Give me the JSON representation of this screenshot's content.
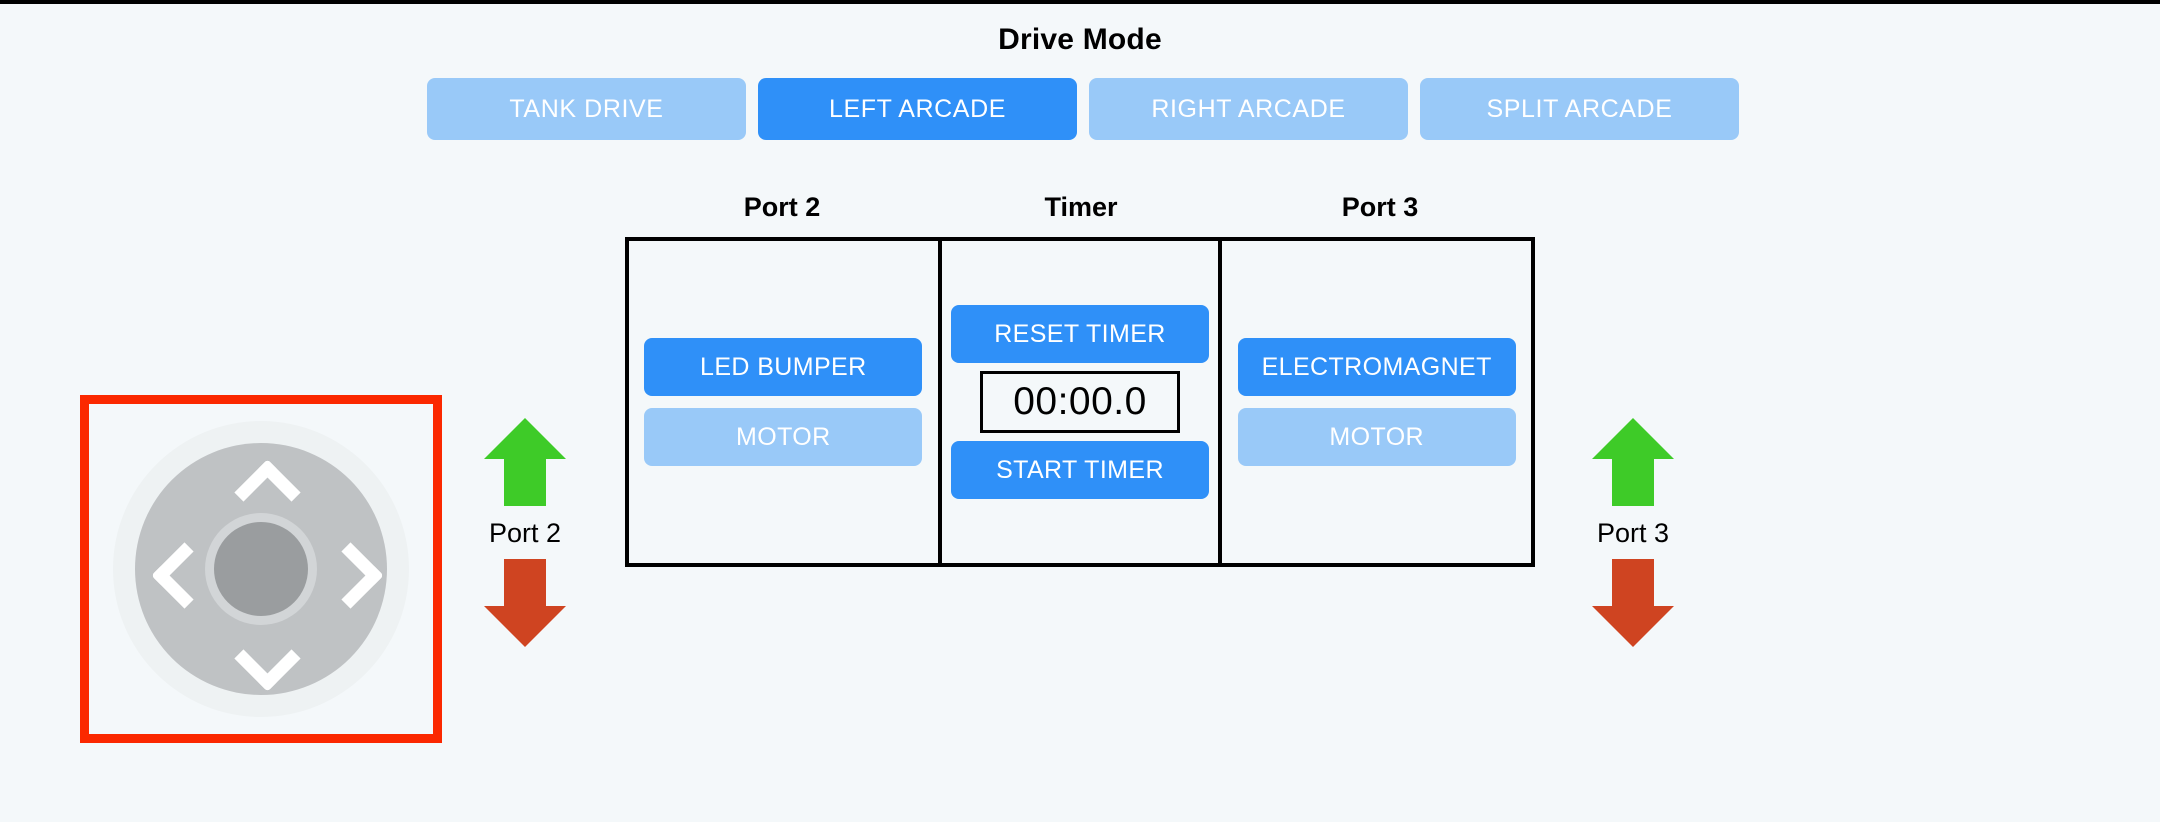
{
  "header": {
    "title": "Drive Mode"
  },
  "drive_modes": [
    {
      "label": "TANK DRIVE",
      "active": false,
      "name": "tank-drive"
    },
    {
      "label": "LEFT ARCADE",
      "active": true,
      "name": "left-arcade"
    },
    {
      "label": "RIGHT ARCADE",
      "active": false,
      "name": "right-arcade"
    },
    {
      "label": "SPLIT ARCADE",
      "active": false,
      "name": "split-arcade"
    }
  ],
  "panels": {
    "port2": {
      "title": "Port 2",
      "buttons": [
        {
          "label": "LED BUMPER",
          "state": "on"
        },
        {
          "label": "MOTOR",
          "state": "off"
        }
      ]
    },
    "timer": {
      "title": "Timer",
      "reset_label": "RESET TIMER",
      "display": "00:00.0",
      "start_label": "START TIMER"
    },
    "port3": {
      "title": "Port 3",
      "buttons": [
        {
          "label": "ELECTROMAGNET",
          "state": "on"
        },
        {
          "label": "MOTOR",
          "state": "off"
        }
      ]
    }
  },
  "dpad": {
    "name": "direction-pad",
    "highlight_color": "#fb2800",
    "directions": [
      "up",
      "right",
      "down",
      "left"
    ]
  },
  "port_arrows": {
    "left": {
      "label": "Port 2",
      "up_icon": "arrow-up-icon",
      "down_icon": "arrow-down-icon"
    },
    "right": {
      "label": "Port 3",
      "up_icon": "arrow-up-icon",
      "down_icon": "arrow-down-icon"
    }
  },
  "colors": {
    "active_blue": "#2f90f8",
    "inactive_blue": "#99c9f8",
    "arrow_up_green": "#3ecb28",
    "arrow_down_red": "#cf4421",
    "background": "#f4f8fa",
    "border_black": "#000000"
  }
}
